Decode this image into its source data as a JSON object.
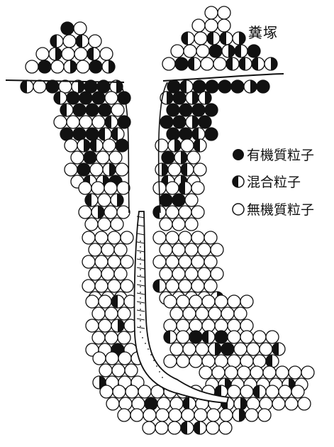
{
  "diagram": {
    "label_mound": "糞塚",
    "legend": [
      {
        "symbol": "organic",
        "text": "有機質粒子"
      },
      {
        "symbol": "mixed",
        "text": "混合粒子"
      },
      {
        "symbol": "inorganic",
        "text": "無機質粒子"
      }
    ],
    "colors": {
      "ink": "#111111",
      "paper": "#ffffff"
    }
  }
}
